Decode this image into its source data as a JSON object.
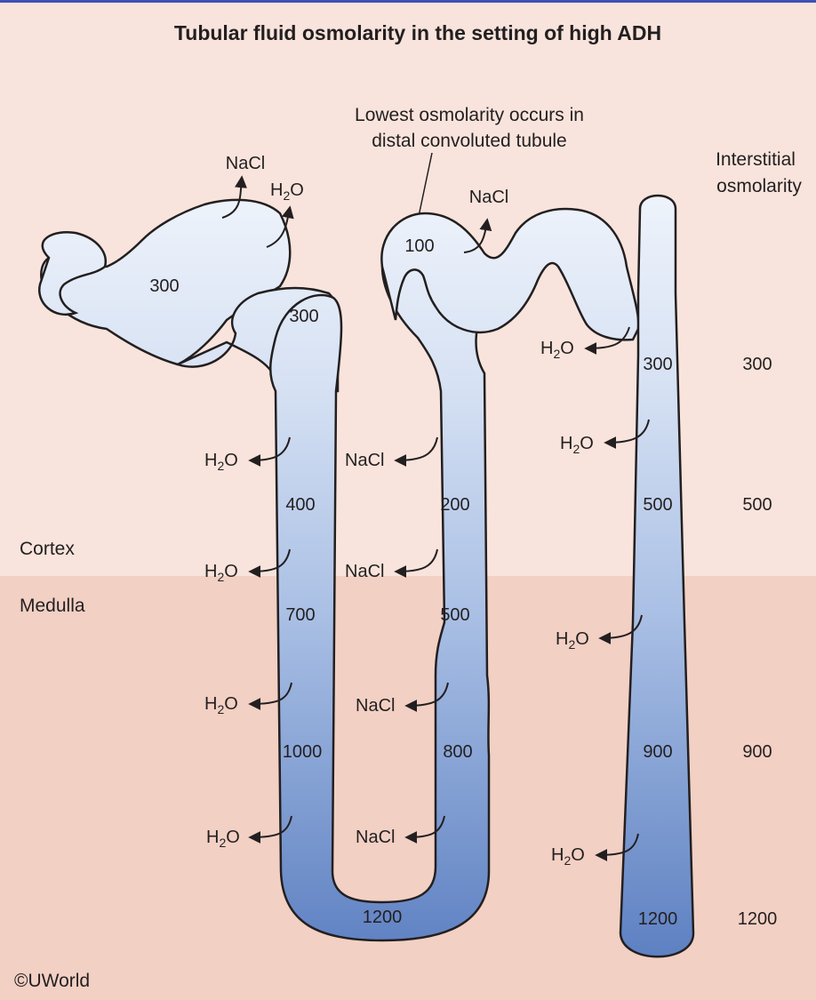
{
  "figure": {
    "title": "Tubular fluid osmolarity in the setting of high ADH",
    "annotation_line1": "Lowest osmolarity occurs in",
    "annotation_line2": "distal convoluted tubule",
    "interstitial_heading_line1": "Interstitial",
    "interstitial_heading_line2": "osmolarity",
    "regions": {
      "cortex": "Cortex",
      "medulla": "Medulla"
    },
    "copyright": "©UWorld",
    "colors": {
      "cortex_bg": "#f8e4dc",
      "medulla_bg": "#f2d0c4",
      "tubule_light": "#eef3fb",
      "tubule_dark": "#5d80c2",
      "outline": "#231f20",
      "top_rule": "#3f51b5"
    }
  },
  "tubule_values": {
    "pct_top": "300",
    "pct_bottom": "300",
    "pct_400": "400",
    "pct_700": "700",
    "pct_1000": "1000",
    "loop_bottom": "1200",
    "asc_200": "200",
    "asc_500": "500",
    "asc_800": "800",
    "dct": "100",
    "cd_300": "300",
    "cd_500": "500",
    "cd_900": "900",
    "cd_1200": "1200"
  },
  "interstitial_values": [
    "300",
    "500",
    "900",
    "1200"
  ],
  "transport": {
    "water_main": "H",
    "water_sub": "2",
    "water_end": "O",
    "salt": "NaCl"
  }
}
